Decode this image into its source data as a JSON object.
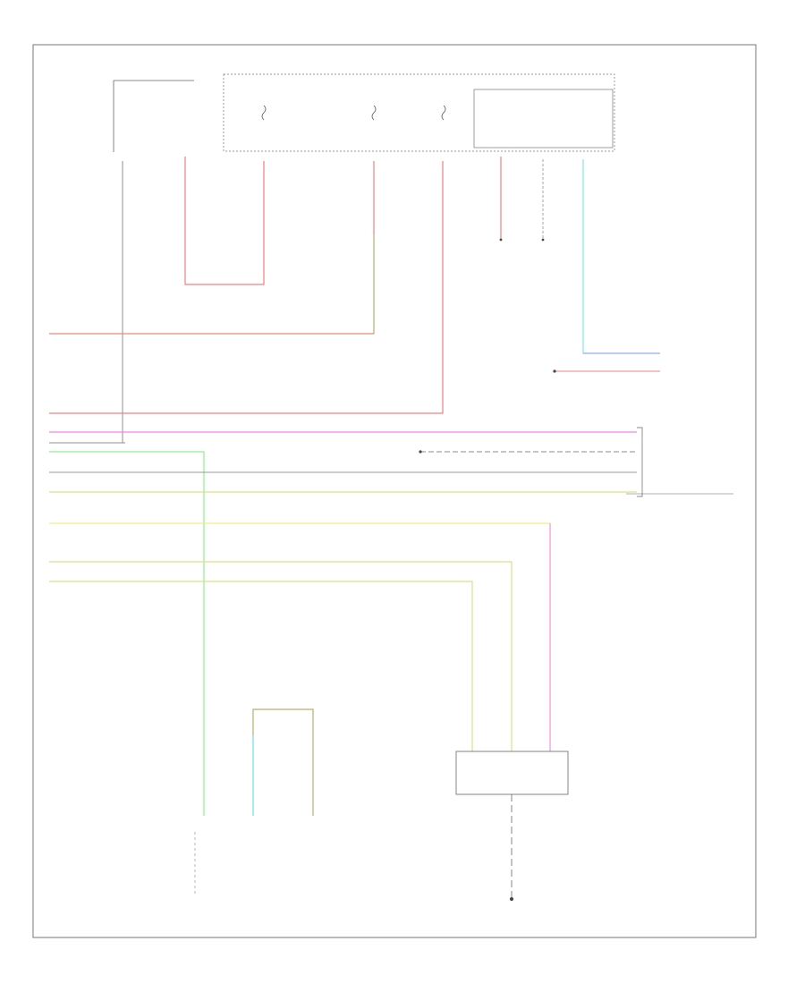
{
  "footer": {
    "code": ""
  },
  "colors": {
    "frame": "#777777",
    "red": "#f08080",
    "pink": "#ee82ee",
    "green": "#90ee90",
    "cyan": "#7fe5ef",
    "blue": "#8fa0e8",
    "olive": "#b5b06a",
    "yellow": "#e0df8a",
    "gray": "#909090",
    "black": "#444444"
  },
  "wires": [
    {
      "color": "red"
    },
    {
      "color": "red"
    },
    {
      "color": "pink"
    },
    {
      "color": "green"
    },
    {
      "color": "gray"
    },
    {
      "color": "yellow"
    },
    {
      "color": "yellow"
    },
    {
      "color": "yellow"
    },
    {
      "color": "cyan"
    },
    {
      "color": "olive"
    }
  ]
}
